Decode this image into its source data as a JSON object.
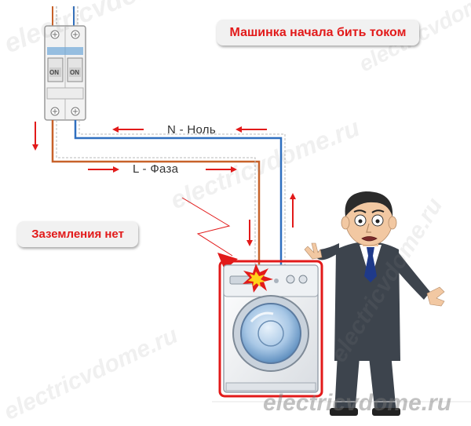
{
  "title": "Машинка начала бить током",
  "no_ground_label": "Заземления нет",
  "wires": {
    "neutral_label": "N - Ноль",
    "phase_label": "L - Фаза"
  },
  "breaker": {
    "left_state": "ON",
    "right_state": "ON"
  },
  "watermark": "electricvdome.ru",
  "colors": {
    "accent": "#e21a1a",
    "neutral_wire": "#2f6fbf",
    "phase_wire": "#c8622a",
    "arrow": "#e21a1a"
  }
}
